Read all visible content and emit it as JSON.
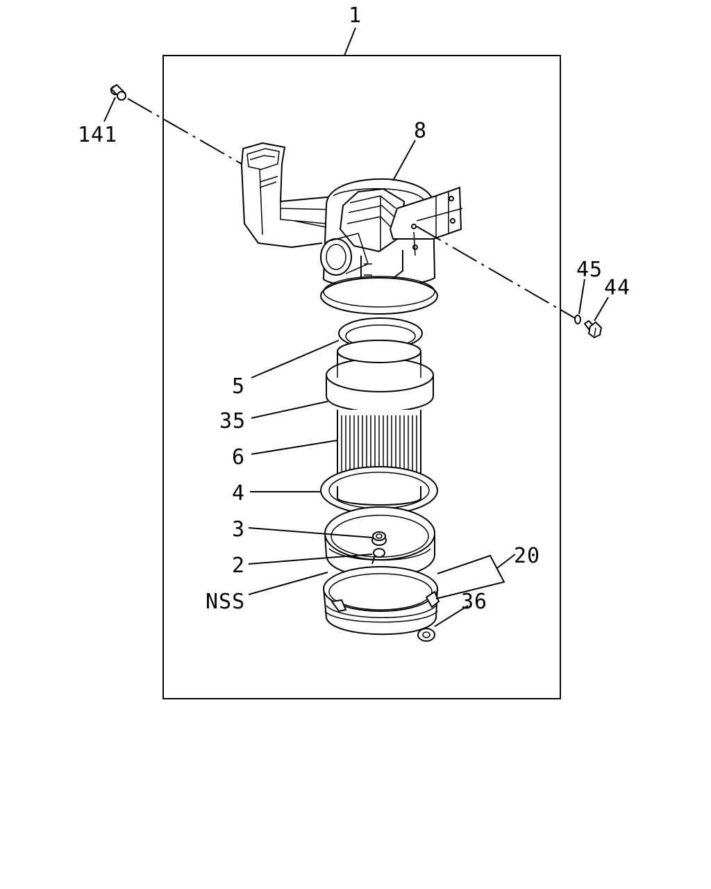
{
  "labels": {
    "assembly": "1",
    "p141": "141",
    "p8": "8",
    "p45": "45",
    "p44": "44",
    "p5": "5",
    "p35": "35",
    "p6": "6",
    "p4": "4",
    "p3": "3",
    "p2": "2",
    "p20": "20",
    "p36": "36",
    "nss": "NSS"
  }
}
